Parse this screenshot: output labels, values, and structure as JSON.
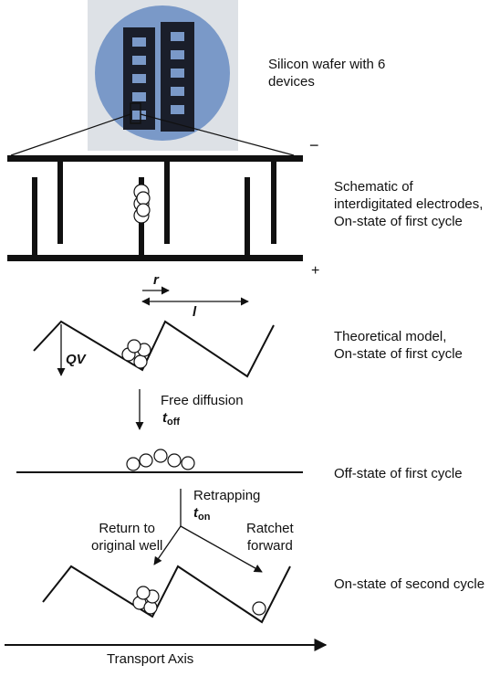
{
  "wafer_label": "Silicon wafer with 6\ndevices",
  "schematic_label": "Schematic of\ninterdigitated electrodes,\nOn-state of first cycle",
  "minus_sign": "−",
  "plus_sign": "+",
  "r_label": "r",
  "l_label": "l",
  "qv_label": "QV",
  "theory_label": "Theoretical model,\nOn-state of first cycle",
  "free_diffusion": "Free diffusion",
  "t_letter": "t",
  "t_off_sub": "off",
  "offstate_label": "Off-state of first cycle",
  "retrapping": "Retrapping",
  "t_on_sub": "on",
  "return_label": "Return to\noriginal well",
  "ratchet_label": "Ratchet\nforward",
  "second_label": "On-state of second cycle",
  "transport_axis": "Transport Axis",
  "colors": {
    "line": "#111111",
    "wafer_bg": "#dde1e6",
    "wafer": "#7a99c8",
    "wafer_dark": "#1a1e2a"
  }
}
